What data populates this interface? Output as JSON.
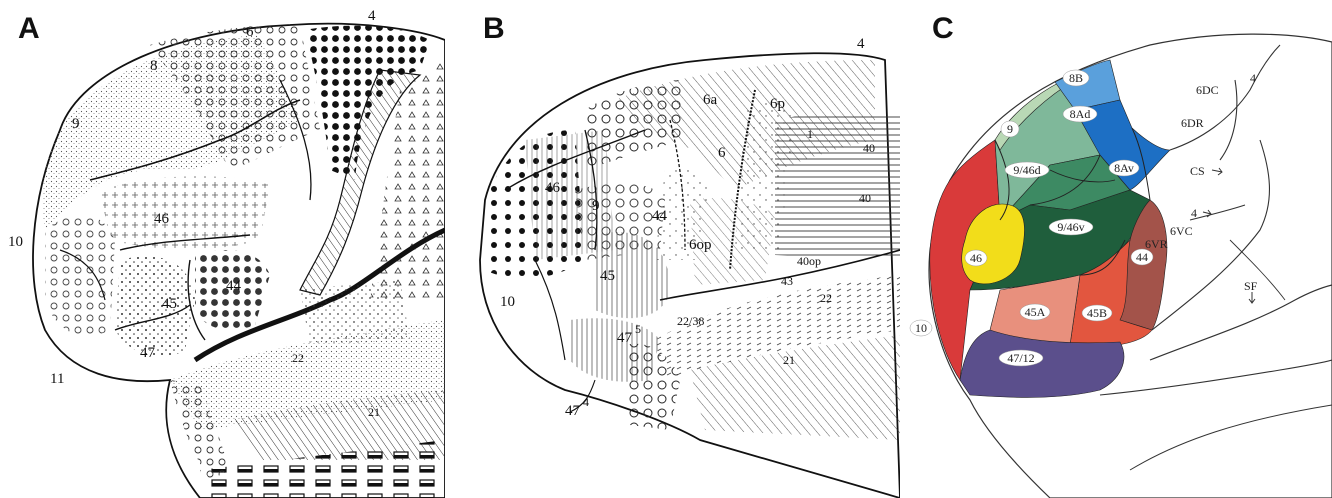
{
  "panels": {
    "a": {
      "letter": "A",
      "labels": {
        "l4": "4",
        "l6": "6",
        "l8": "8",
        "l9": "9",
        "l10": "10",
        "l11": "11",
        "l46": "46",
        "l44": "44",
        "l45": "45",
        "l47": "47",
        "l22": "22",
        "l21": "21"
      }
    },
    "b": {
      "letter": "B",
      "labels": {
        "l4": "4",
        "l6a": "6a",
        "l6p": "6p",
        "l6": "6",
        "l46": "46",
        "l9": "9",
        "l44": "44",
        "l6op": "6op",
        "l45": "45",
        "l10": "10",
        "l47_5": "47",
        "l47_5sup": "5",
        "l47_4": "47",
        "l47_4sup": "4",
        "l22": "22",
        "l38": "22/38",
        "l21": "21",
        "l40": "40",
        "l40b": "40",
        "l40op": "40op",
        "l1": "1",
        "l43": "43"
      }
    },
    "c": {
      "letter": "C",
      "labels": {
        "l8b": "8B",
        "l8ad": "8Ad",
        "l8av": "8Av",
        "l9": "9",
        "l946d": "9/46d",
        "l946v": "9/46v",
        "l46": "46",
        "l44": "44",
        "l45a": "45A",
        "l45b": "45B",
        "l4712": "47/12",
        "l10": "10",
        "l6dc": "6DC",
        "l4top": "4",
        "l6dr": "6DR",
        "lcs": "CS",
        "l4mid": "4",
        "l6vc": "6VC",
        "l6vr": "6VR",
        "lsf": "SF"
      },
      "colors": {
        "area10": "#d93a3a",
        "area9": "#7fb89a",
        "area946d": "#3d8a63",
        "area946v": "#1f5e3c",
        "area46": "#f2dd1a",
        "area8b": "#5aa0dc",
        "area8a": "#1d6fc4",
        "area44": "#a3534a",
        "area45a": "#e8907d",
        "area45b": "#e2563f",
        "area4712": "#5b4f8c",
        "lightgreen": "#b9d8b5"
      }
    }
  }
}
